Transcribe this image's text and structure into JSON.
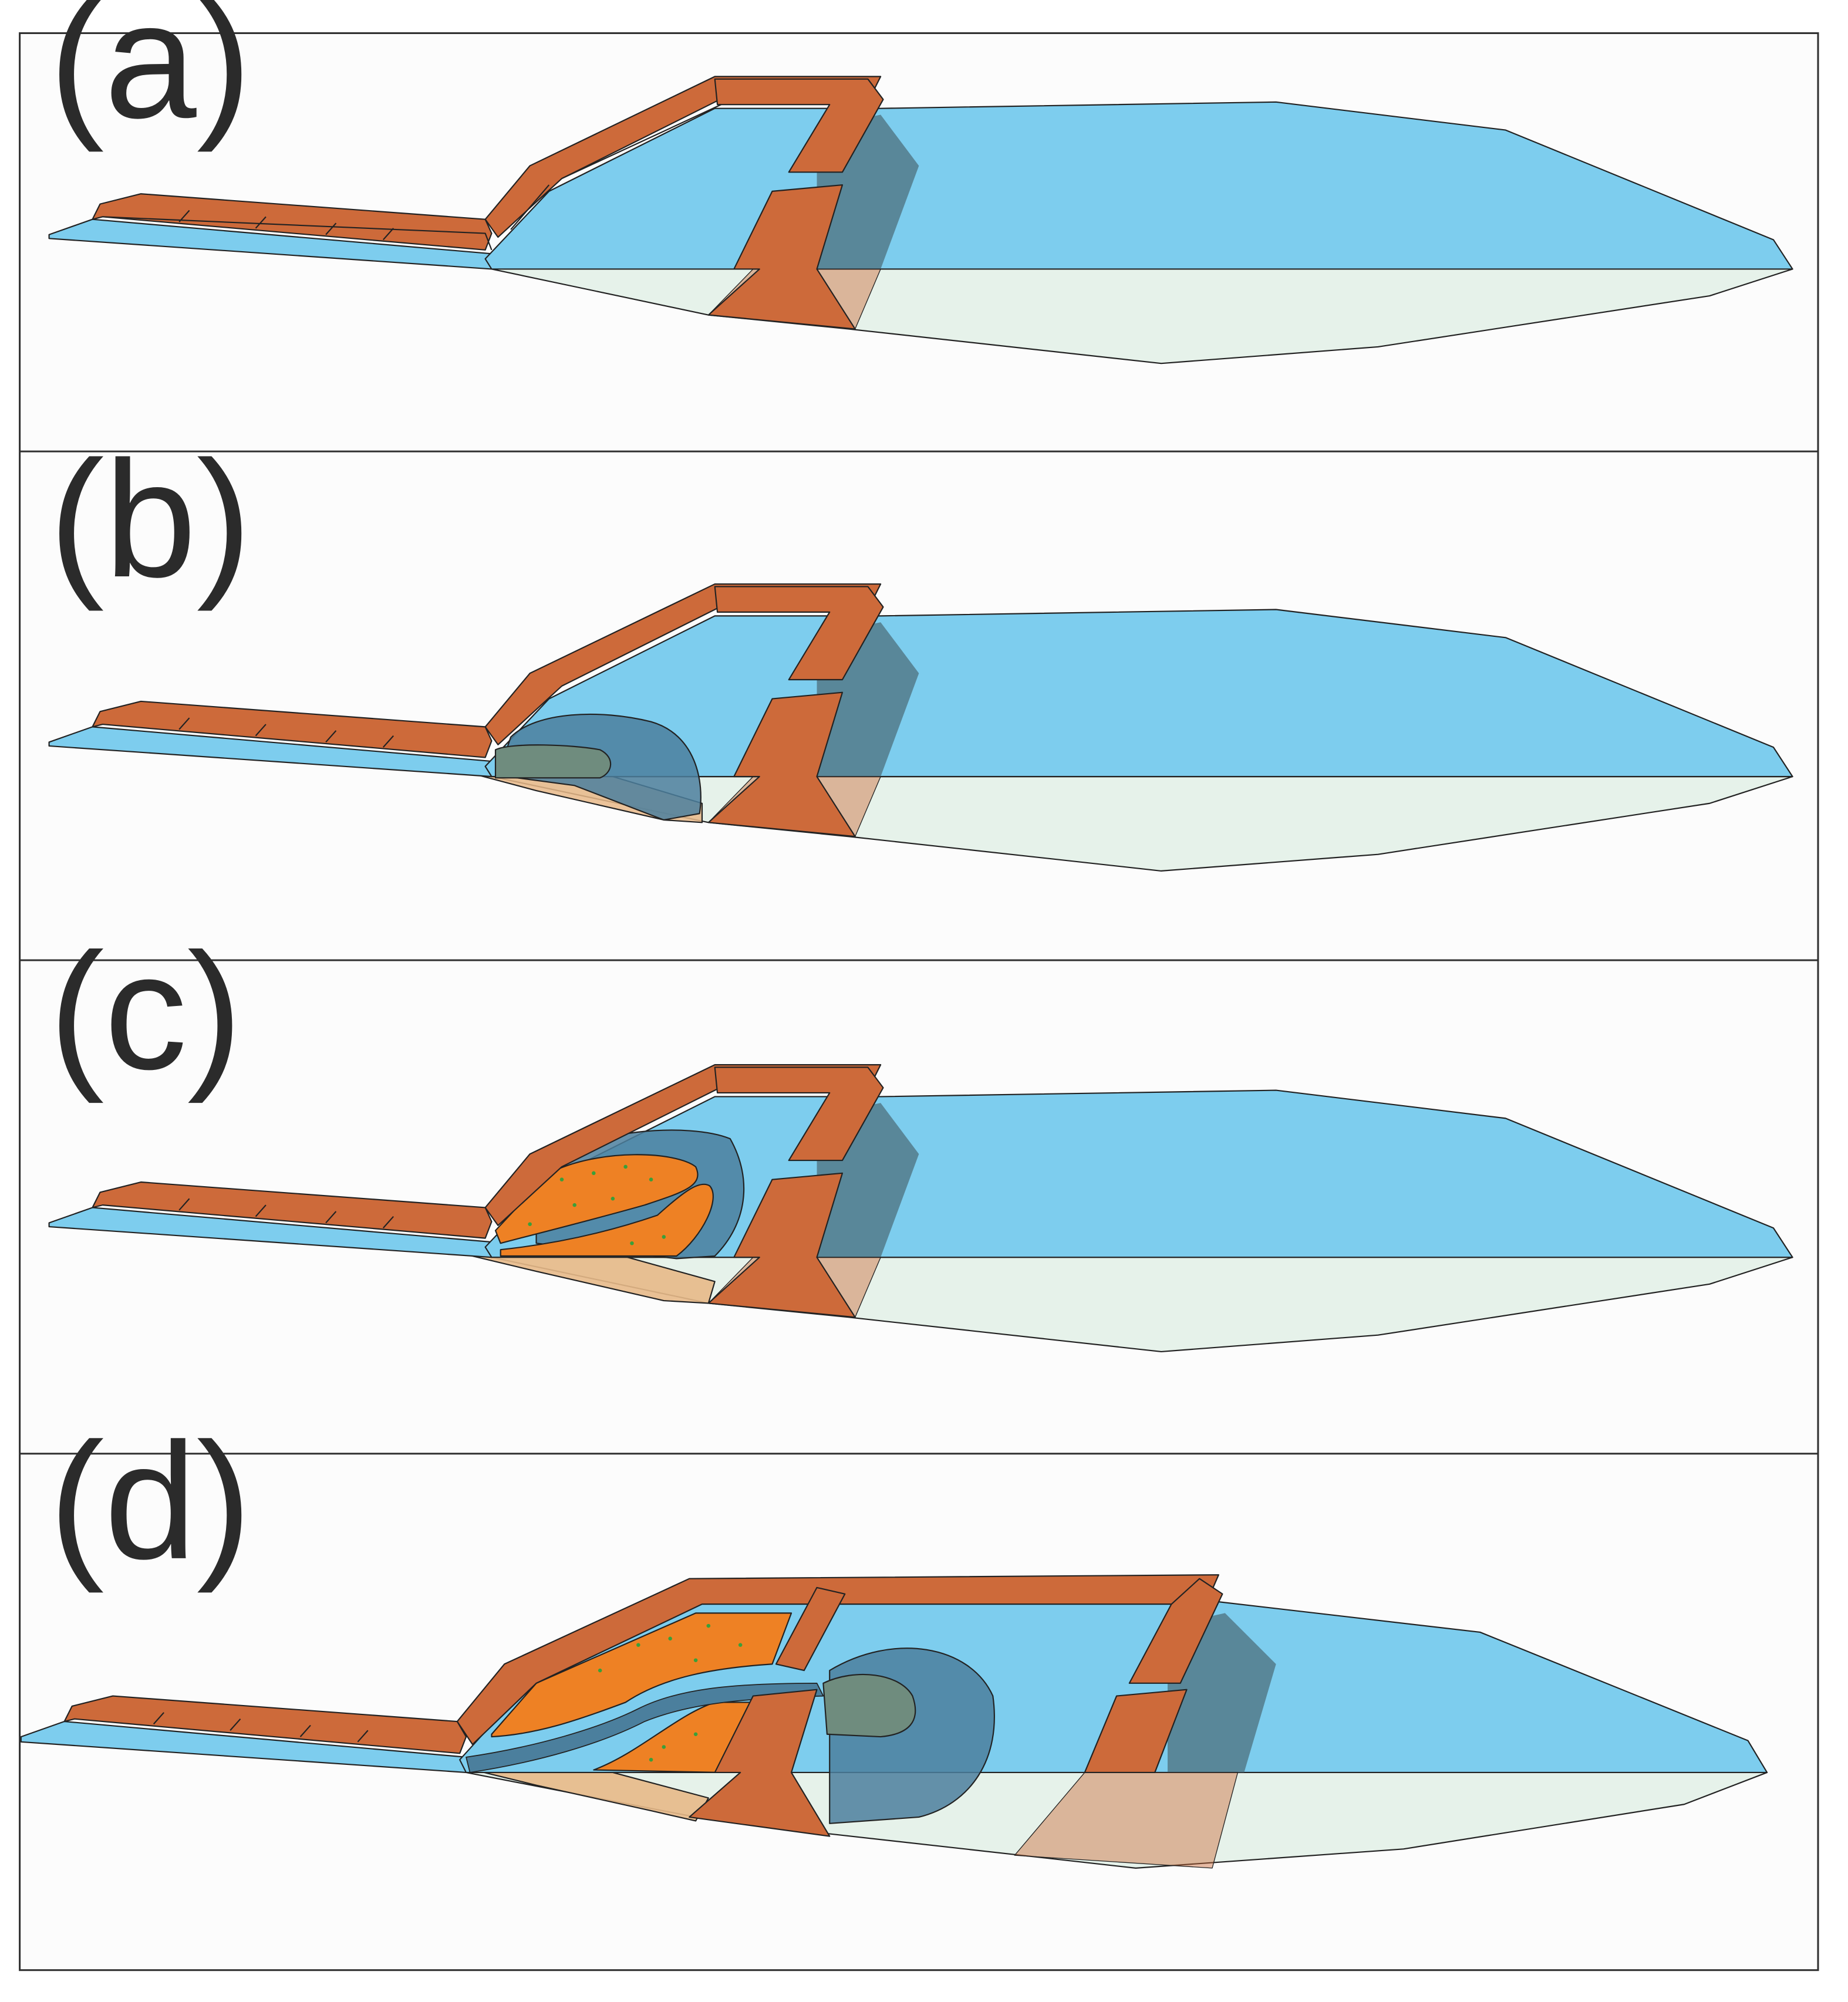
{
  "panels": [
    {
      "id": "a",
      "label": "(a)"
    },
    {
      "id": "b",
      "label": "(b)"
    },
    {
      "id": "c",
      "label": "(c)"
    },
    {
      "id": "d",
      "label": "(d)"
    }
  ],
  "colors": {
    "water": "#7dcdee",
    "water_below": "#e6f2ea",
    "dam": "#cd6a3a",
    "dam_light": "#d4ad8a",
    "fan_dark": "#4b7f9d",
    "fan_core": "#6f8c7e",
    "infill": "#ee8124",
    "sediment": "#e7b988",
    "vegetation_dot": "#3a9f3a",
    "frame": "#303030",
    "panel_bg": "#fcfcfc"
  }
}
